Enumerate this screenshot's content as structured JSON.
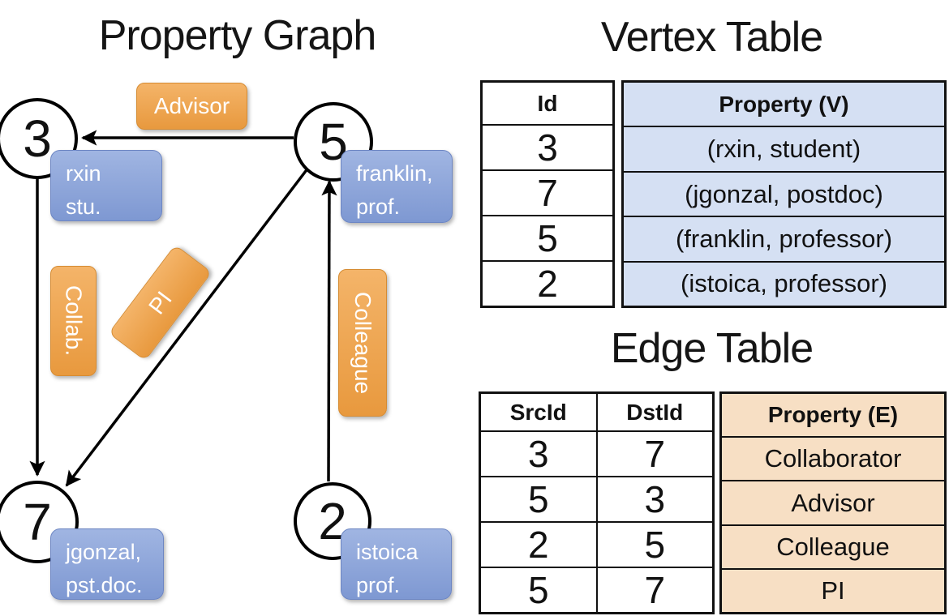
{
  "graph": {
    "title": "Property Graph",
    "nodes": {
      "n3": {
        "id": "3",
        "prop_line1": "rxin",
        "prop_line2": "stu."
      },
      "n5": {
        "id": "5",
        "prop_line1": "franklin,",
        "prop_line2": "prof."
      },
      "n7": {
        "id": "7",
        "prop_line1": "jgonzal,",
        "prop_line2": "pst.doc."
      },
      "n2": {
        "id": "2",
        "prop_line1": "istoica",
        "prop_line2": "prof."
      }
    },
    "edge_labels": {
      "advisor": "Advisor",
      "collab": "Collab.",
      "pi": "PI",
      "colleague": "Colleague"
    }
  },
  "vertex_table": {
    "title": "Vertex Table",
    "headers": {
      "id": "Id",
      "property": "Property (V)"
    },
    "rows": [
      {
        "id": "3",
        "property": "(rxin, student)"
      },
      {
        "id": "7",
        "property": "(jgonzal, postdoc)"
      },
      {
        "id": "5",
        "property": "(franklin, professor)"
      },
      {
        "id": "2",
        "property": "(istoica, professor)"
      }
    ]
  },
  "edge_table": {
    "title": "Edge Table",
    "headers": {
      "src": "SrcId",
      "dst": "DstId",
      "property": "Property (E)"
    },
    "rows": [
      {
        "src": "3",
        "dst": "7",
        "property": "Collaborator"
      },
      {
        "src": "5",
        "dst": "3",
        "property": "Advisor"
      },
      {
        "src": "2",
        "dst": "5",
        "property": "Colleague"
      },
      {
        "src": "5",
        "dst": "7",
        "property": "PI"
      }
    ]
  },
  "colors": {
    "edge_label_orange": "#ED9F45",
    "vertex_property_blue": "#8FA7DA",
    "vertex_table_cell_blue": "#D5E0F3",
    "edge_table_cell_tan": "#F7DFC4",
    "line_black": "#000000"
  }
}
